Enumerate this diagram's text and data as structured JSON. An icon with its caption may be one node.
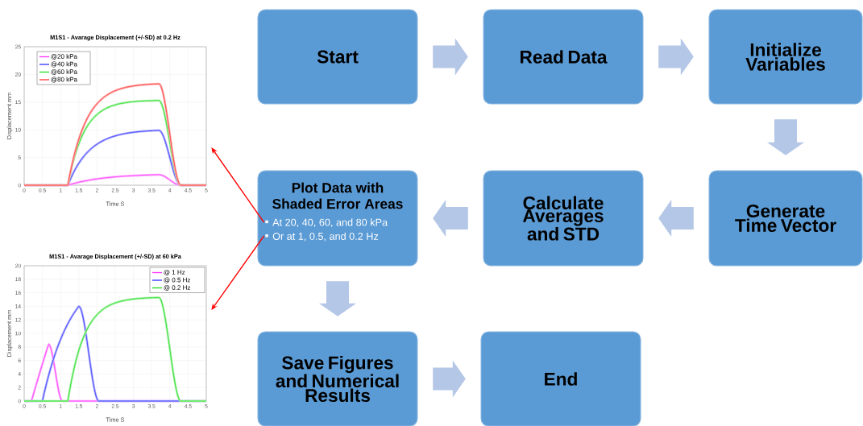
{
  "diagram": {
    "nodes": [
      {
        "text": [
          "Start"
        ]
      },
      {
        "text": [
          "Read Data"
        ]
      },
      {
        "text": [
          "Initialize Variables"
        ]
      },
      {
        "text": [
          "Generate Time Vector"
        ]
      },
      {
        "text": [
          "Calculate Averages and STD"
        ]
      },
      {
        "text": [
          "Plot Data with Shaded Error Areas",
          "At 20, 40, 60, and 80 kPa",
          "Or at 1, 0.5, and 0.2 Hz"
        ]
      },
      {
        "text": [
          "Save Figures and Numerical Results"
        ]
      },
      {
        "text": [
          "End"
        ]
      },
      {
        "text": [
          "M1S1 - Avarage Displacement (+/-SD) at 0.2 Hz",
          "Time S",
          "Displacement mm"
        ]
      },
      {
        "text": [
          "M1S1 - Avarage Displacement (+/-SD) at 60 kPa",
          "Time S",
          "Displacement mm"
        ]
      }
    ],
    "edges": [
      {
        "from": 0,
        "to": 1,
        "arrow": "to"
      },
      {
        "from": 1,
        "to": 2,
        "arrow": "to"
      },
      {
        "from": 2,
        "to": 3,
        "arrow": "to"
      },
      {
        "from": 3,
        "to": 4,
        "arrow": "to"
      },
      {
        "from": 4,
        "to": 5,
        "arrow": "to"
      },
      {
        "from": 5,
        "to": 6,
        "arrow": "to"
      },
      {
        "from": 6,
        "to": 7,
        "arrow": "to"
      },
      {
        "from": 5,
        "to": 8,
        "arrow": "to",
        "color": "#ff0000"
      },
      {
        "from": 5,
        "to": 9,
        "arrow": "to",
        "color": "#ff0000"
      }
    ],
    "labels": [
      "25",
      "20",
      "15",
      "10",
      "5",
      "0",
      "0",
      "0.5",
      "1",
      "1.5",
      "2",
      "2.5",
      "3",
      "3.5",
      "4",
      "4.5",
      "5",
      "20",
      "18",
      "16",
      "14",
      "12",
      "10",
      "8",
      "6",
      "4",
      "2",
      "0",
      "0",
      "0.5",
      "1",
      "1.5",
      "2",
      "2.5",
      "3",
      "3.5",
      "4",
      "4.5",
      "5"
    ],
    "legend": [
      {
        "text": "@20 kPa"
      },
      {
        "text": "@40 kPa"
      },
      {
        "text": "@60 kPa"
      },
      {
        "text": "@80 kPa"
      },
      {
        "text": "@ 1 Hz"
      },
      {
        "text": "@ 0.5 Hz"
      },
      {
        "text": "@ 0.2 Hz"
      }
    ]
  }
}
